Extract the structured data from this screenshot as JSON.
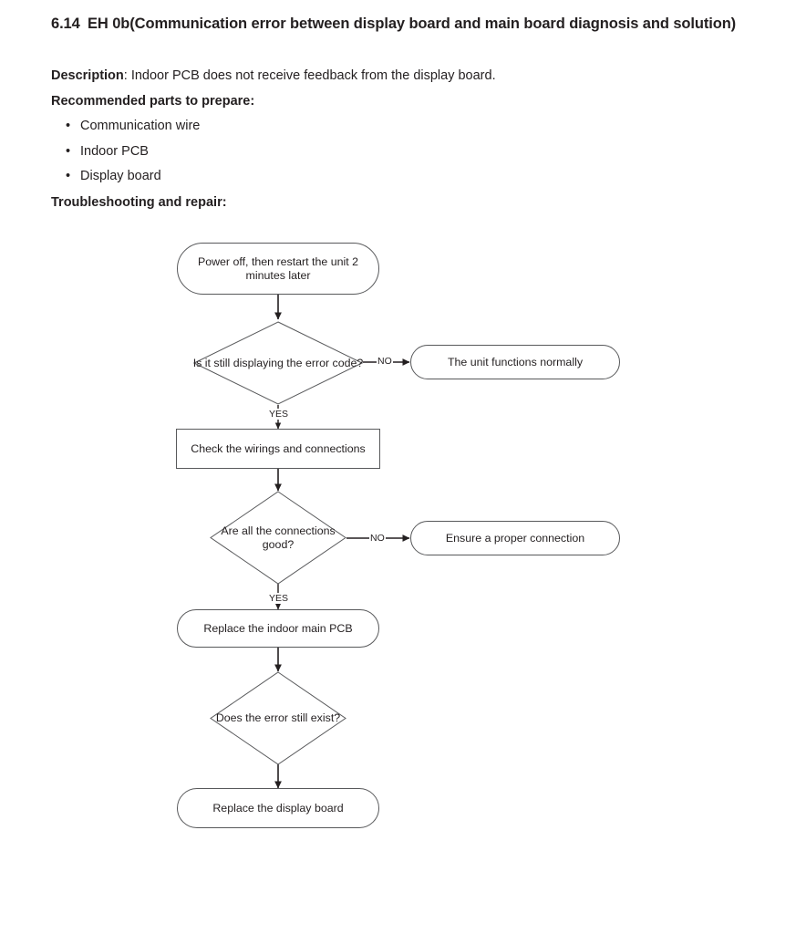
{
  "document": {
    "section_number": "6.14",
    "section_title": "EH 0b(Communication error between display board and main board diagnosis and solution)",
    "description_label": "Description",
    "description_text": ": Indoor PCB does not receive feedback from the display board.",
    "recommended_label": "Recommended parts to prepare:",
    "parts": [
      "Communication wire",
      "Indoor PCB",
      "Display board"
    ],
    "troubleshooting_label": "Troubleshooting and repair:"
  },
  "flowchart": {
    "nodes": {
      "start": "Power off, then restart the unit 2 minutes later",
      "decision1": "Is it still displaying the error code?",
      "result_ok": "The unit functions normally",
      "check_wiring": "Check the wirings and connections",
      "decision2": "Are all the connections good?",
      "ensure_connection": "Ensure a proper connection",
      "replace_main_pcb": "Replace the indoor main PCB",
      "decision3": "Does the error still exist?",
      "replace_display": "Replace the display board"
    },
    "edges": {
      "no1": "NO",
      "yes1": "YES",
      "no2": "NO",
      "yes2": "YES"
    },
    "colors": {
      "stroke": "#58595b",
      "arrow": "#231f20",
      "text": "#231f20"
    }
  }
}
